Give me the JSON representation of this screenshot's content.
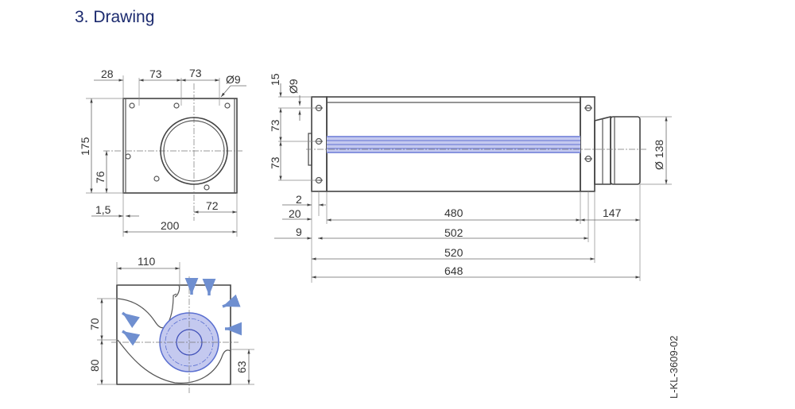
{
  "title": "3. Drawing",
  "drawing_id": "L-KL-3609-02",
  "colors": {
    "title": "#1b2a6e",
    "accent_blue": "#6f7fd6",
    "arrow_blue": "#6f8fd0"
  },
  "front_view": {
    "d28": "28",
    "d73a": "73",
    "d73b": "73",
    "hole": "Ø9",
    "h175": "175",
    "h76": "76",
    "d1_5": "1,5",
    "d72": "72",
    "w200": "200"
  },
  "side_view": {
    "v15": "15",
    "hole": "Ø9",
    "v73a": "73",
    "v73b": "73",
    "d2": "2",
    "d20": "20",
    "d9": "9",
    "l480": "480",
    "l147": "147",
    "l502": "502",
    "l520": "520",
    "l648": "648",
    "dia138": "Ø 138"
  },
  "section_view": {
    "w110": "110",
    "h70": "70",
    "h80": "80",
    "h63": "63"
  }
}
